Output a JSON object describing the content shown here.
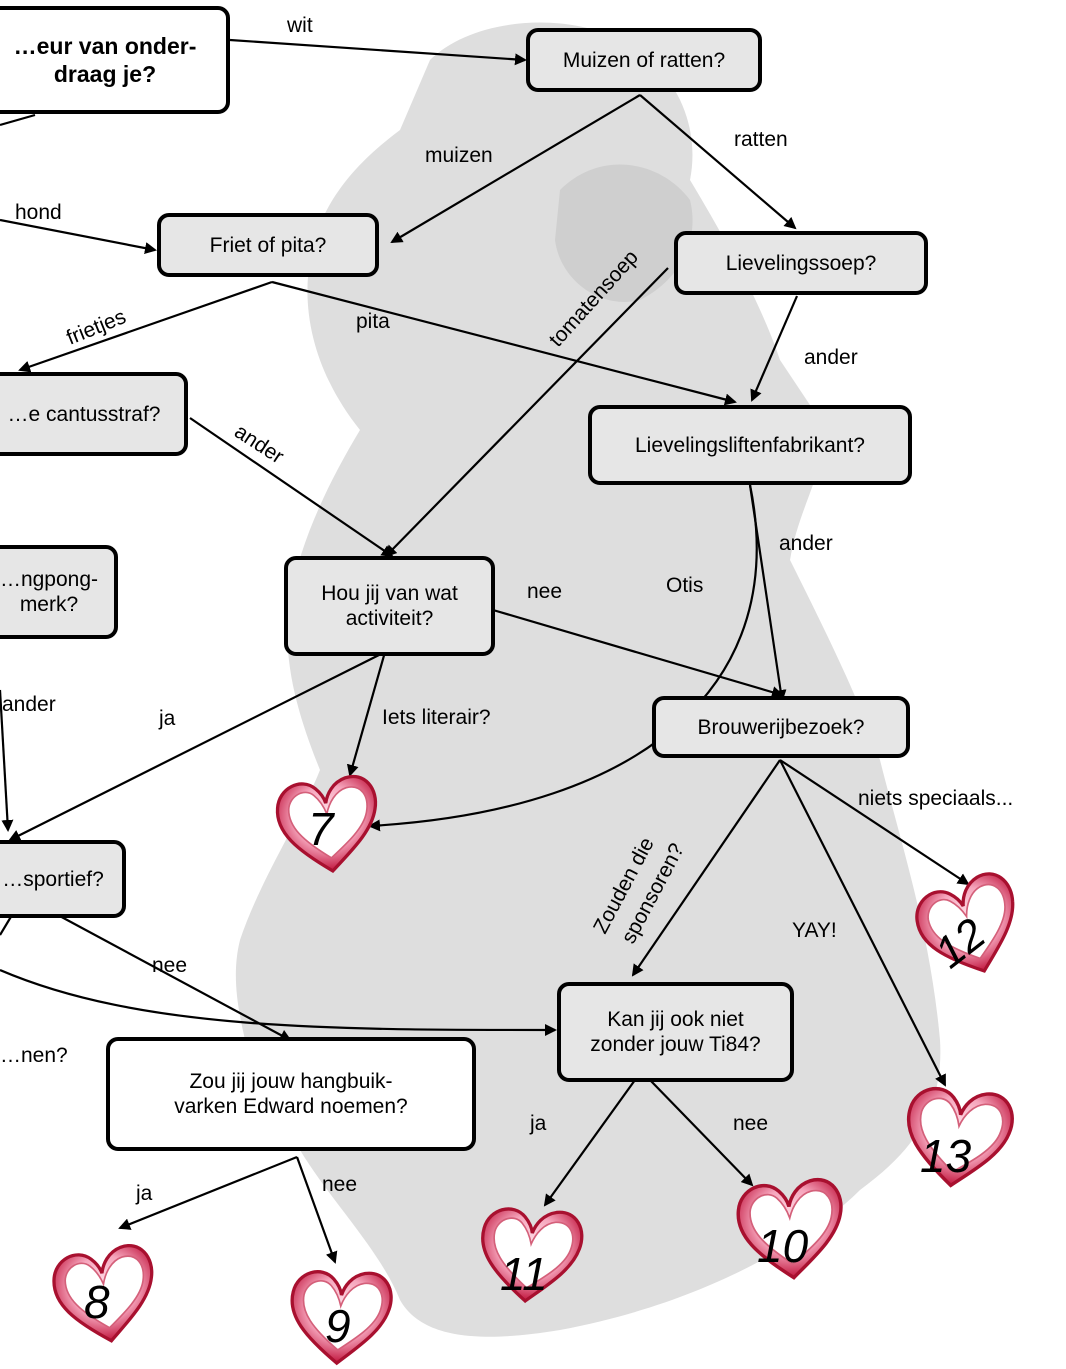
{
  "nodes": {
    "kleur": "…eur van onder-\n draag je?",
    "muizen_ratten": "Muizen of ratten?",
    "friet_pita": "Friet of pita?",
    "lievelingssoep": "Lievelingssoep?",
    "cantusstraf": "…e cantusstraf?",
    "liftenfabrikant": "Lievelingsliftenfabrikant?",
    "pingpong": "…ngpong-\nmerk?",
    "activiteit": "Hou jij van wat\nactiviteit?",
    "brouwerij": "Brouwerijbezoek?",
    "sportief": "…sportief?",
    "ti84": "Kan jij ook niet\nzonder jouw Ti84?",
    "hangbuik": "Zou jij jouw hangbuik-\nvarken Edward noemen?"
  },
  "edge_labels": {
    "wit": "wit",
    "muizen": "muizen",
    "ratten": "ratten",
    "hond": "hond",
    "frietjes": "frietjes",
    "pita": "pita",
    "tomatensoep": "tomatensoep",
    "ander_soep": "ander",
    "ander_cantus": "ander",
    "ander_lift": "ander",
    "otis": "Otis",
    "nee_activiteit": "nee",
    "ander_pingpong": "ander",
    "ja_activiteit": "ja",
    "iets_literair": "Iets literair?",
    "niets_speciaals": "niets speciaals...",
    "sponsoren": "Zouden die\nsponsoren?",
    "yay": "YAY!",
    "nee_sportief": "nee",
    "noemen_partial": "…nen?",
    "ja_ti84": "ja",
    "nee_ti84": "nee",
    "ja_hangbuik": "ja",
    "nee_hangbuik": "nee"
  },
  "outcomes": {
    "h7": "7",
    "h8": "8",
    "h9": "9",
    "h10": "10",
    "h11": "11",
    "h12": "12",
    "h13": "13"
  },
  "colors": {
    "heart_fill": "#f4a7b9",
    "heart_stroke": "#c0143c",
    "box_fill": "#e6e6e6",
    "silhouette": "#dedede"
  }
}
